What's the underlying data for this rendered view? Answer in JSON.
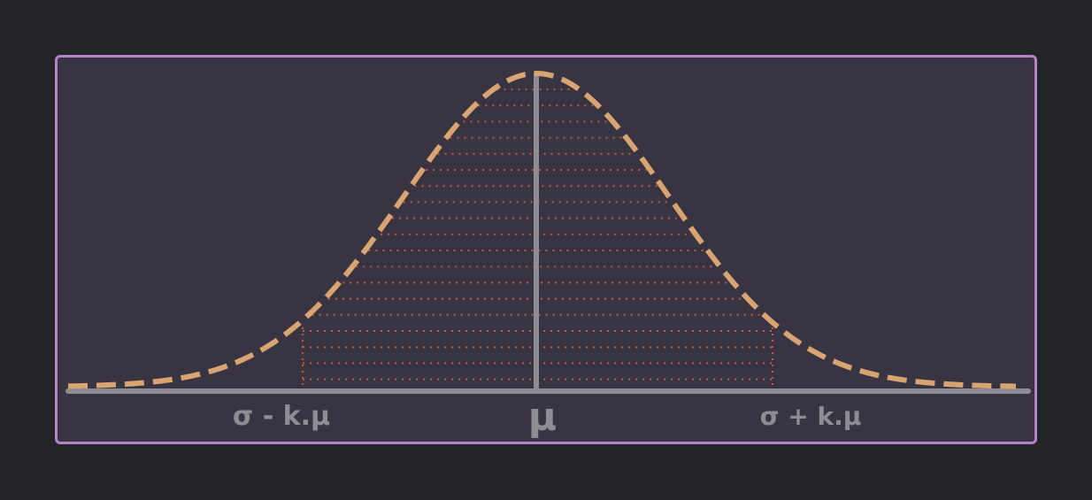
{
  "diagram": {
    "labels": {
      "left": "σ - k.μ",
      "center": "μ",
      "right": "σ + k.μ"
    },
    "colors": {
      "background": "#232428",
      "panel_fill": "#393442",
      "panel_border": "#b682c8",
      "curve": "#d8a472",
      "axis": "#8d8d93",
      "hatch": "#c9563e"
    }
  }
}
